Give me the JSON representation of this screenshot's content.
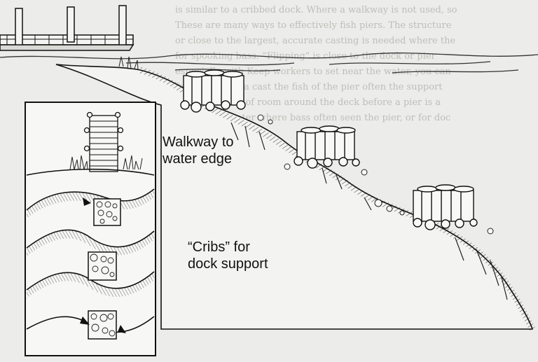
{
  "labels": {
    "walkway": [
      "Walkway to",
      "water edge"
    ],
    "cribs": [
      "“Cribs” for",
      "dock support"
    ]
  },
  "bleed_lines": [
    "is similar to a cribbed dock. Where a walkway is not used, so",
    "These are many ways to effectively fish piers. The structure",
    "or close to the largest, accurate casting is needed where the",
    "for spooking bass. “Flipping” is close to the dock or pier",
    "especially with Keep workers to set near the water, you can",
    "for this result, a cast the fish of the pier often the support",
    "to a great deal of room around the deck before a pier is a",
    "it is a deep water where bass often seen the pier, or for doc"
  ],
  "colors": {
    "ink": "#111111",
    "paper": "#ececea"
  }
}
